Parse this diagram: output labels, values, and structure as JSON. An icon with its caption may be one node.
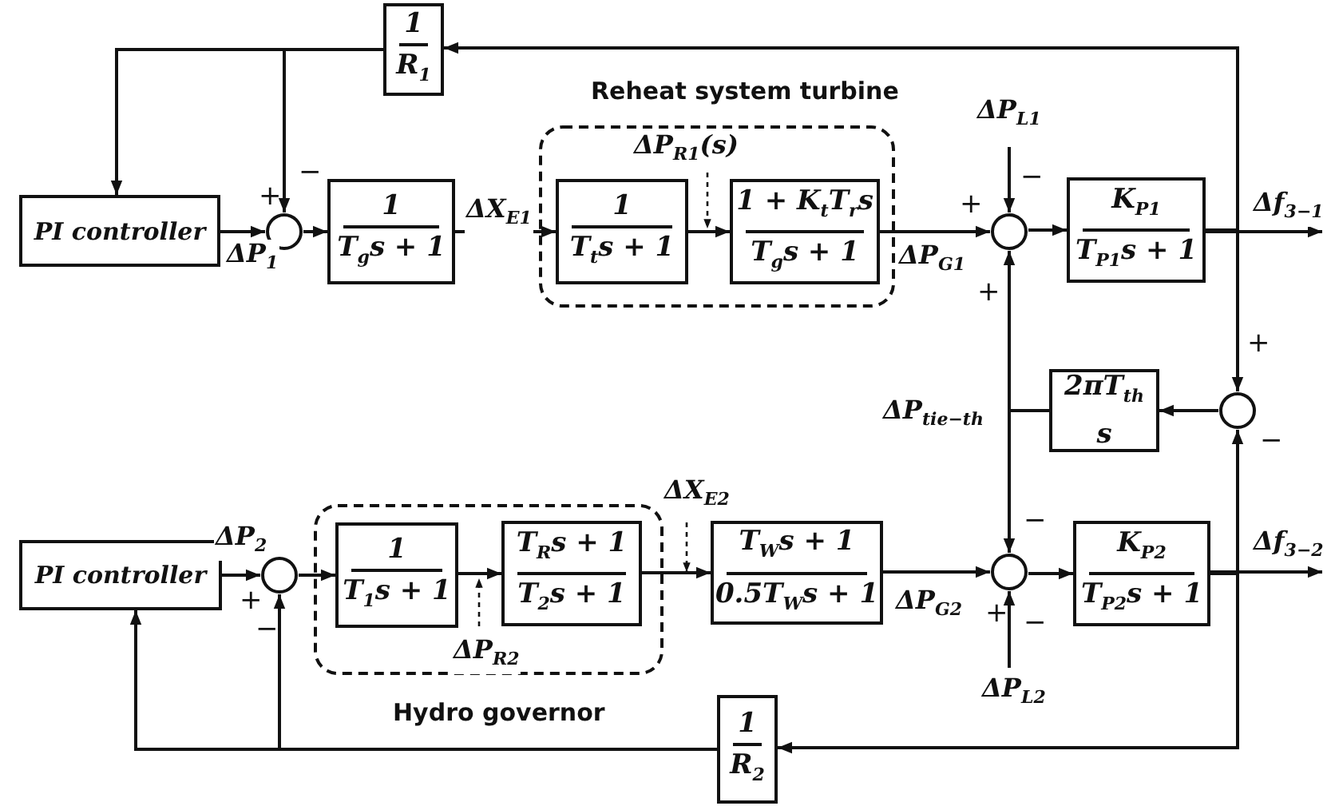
{
  "diagram": {
    "nodes": [
      {
        "text": [
          "PI controller"
        ]
      },
      {
        "text": [],
        "shape": "circle",
        "beside": [
          "+",
          "−"
        ]
      },
      {
        "text": [
          "1",
          "T$_{g}$s + 1"
        ]
      },
      {
        "text": [
          "Reheat system turbine"
        ]
      },
      {
        "text": [
          "1",
          "T$_{t}$s + 1"
        ],
        "in": 3
      },
      {
        "text": [
          "1 + K$_{t}$T$_{r}$s",
          "T$_{g}$s + 1"
        ],
        "in": 3
      },
      {
        "text": [],
        "shape": "circle",
        "beside": [
          "−",
          "+",
          "+"
        ]
      },
      {
        "text": [
          "K$_{P1}$",
          "T$_{P1}$s + 1"
        ]
      },
      {
        "text": [
          "1",
          "R$_{1}$"
        ]
      },
      {
        "text": [],
        "shape": "circle",
        "beside": [
          "+",
          "−"
        ]
      },
      {
        "text": [
          "2πT$_{th}$",
          "s"
        ]
      },
      {
        "text": [
          "PI controller"
        ]
      },
      {
        "text": [],
        "shape": "circle",
        "beside": [
          "+",
          "−"
        ]
      },
      {
        "text": [
          "Hydro governor"
        ]
      },
      {
        "text": [
          "1",
          "T$_{1}$s + 1"
        ],
        "in": 13
      },
      {
        "text": [
          "T$_{R}$s + 1",
          "T$_{2}$s + 1"
        ],
        "in": 13
      },
      {
        "text": [
          "T$_{W}$s + 1",
          "0.5T$_{W}$s + 1"
        ]
      },
      {
        "text": [],
        "shape": "circle",
        "beside": [
          "−",
          "+",
          "−"
        ]
      },
      {
        "text": [
          "K$_{P2}$",
          "T$_{P2}$s + 1"
        ]
      },
      {
        "text": [
          "1",
          "R$_{2}$"
        ]
      }
    ],
    "edges": [
      {
        "from": 0,
        "to": 1,
        "arrow": "to",
        "label": "ΔP$_{1}$"
      },
      {
        "from": 1,
        "to": 2,
        "arrow": "to"
      },
      {
        "from": 2,
        "to": 4,
        "arrow": "to",
        "label": "ΔX$_{E1}$"
      },
      {
        "from": 4,
        "to": 5,
        "arrow": "to",
        "label": "ΔP$_{R1}$(s)"
      },
      {
        "from": 5,
        "to": 6,
        "arrow": "to",
        "label": "ΔP$_{G1}$"
      },
      {
        "from": null,
        "to": 6,
        "arrow": "to",
        "label": "ΔP$_{L1}$"
      },
      {
        "from": 6,
        "to": 7,
        "arrow": "to"
      },
      {
        "from": 7,
        "to": null,
        "arrow": "to",
        "label": "Δf$_{3−1}$"
      },
      {
        "from": 7,
        "to": 8,
        "arrow": "to"
      },
      {
        "from": 8,
        "to": 0,
        "arrow": "to"
      },
      {
        "from": 8,
        "to": 1,
        "arrow": "to"
      },
      {
        "from": 7,
        "to": 9,
        "arrow": "to"
      },
      {
        "from": 18,
        "to": 9,
        "arrow": "to"
      },
      {
        "from": 9,
        "to": 10,
        "arrow": "to"
      },
      {
        "from": 10,
        "to": 6,
        "arrow": "to",
        "label": "ΔP$_{tie−th}$"
      },
      {
        "from": 10,
        "to": 17,
        "arrow": "to"
      },
      {
        "from": 11,
        "to": 12,
        "arrow": "to",
        "label": "ΔP$_{2}$"
      },
      {
        "from": 12,
        "to": 14,
        "arrow": "to"
      },
      {
        "from": 14,
        "to": 15,
        "arrow": "to",
        "label": "ΔP$_{R2}$"
      },
      {
        "from": 15,
        "to": 16,
        "arrow": "to",
        "label": "ΔX$_{E2}$"
      },
      {
        "from": 16,
        "to": 17,
        "arrow": "to",
        "label": "ΔP$_{G2}$"
      },
      {
        "from": null,
        "to": 17,
        "arrow": "to",
        "label": "ΔP$_{L2}$"
      },
      {
        "from": 17,
        "to": 18,
        "arrow": "to"
      },
      {
        "from": 18,
        "to": null,
        "arrow": "to",
        "label": "Δf$_{3−2}$"
      },
      {
        "from": 18,
        "to": 19,
        "arrow": "to"
      },
      {
        "from": 19,
        "to": 11,
        "arrow": "to"
      },
      {
        "from": 19,
        "to": 12,
        "arrow": "to"
      }
    ]
  }
}
